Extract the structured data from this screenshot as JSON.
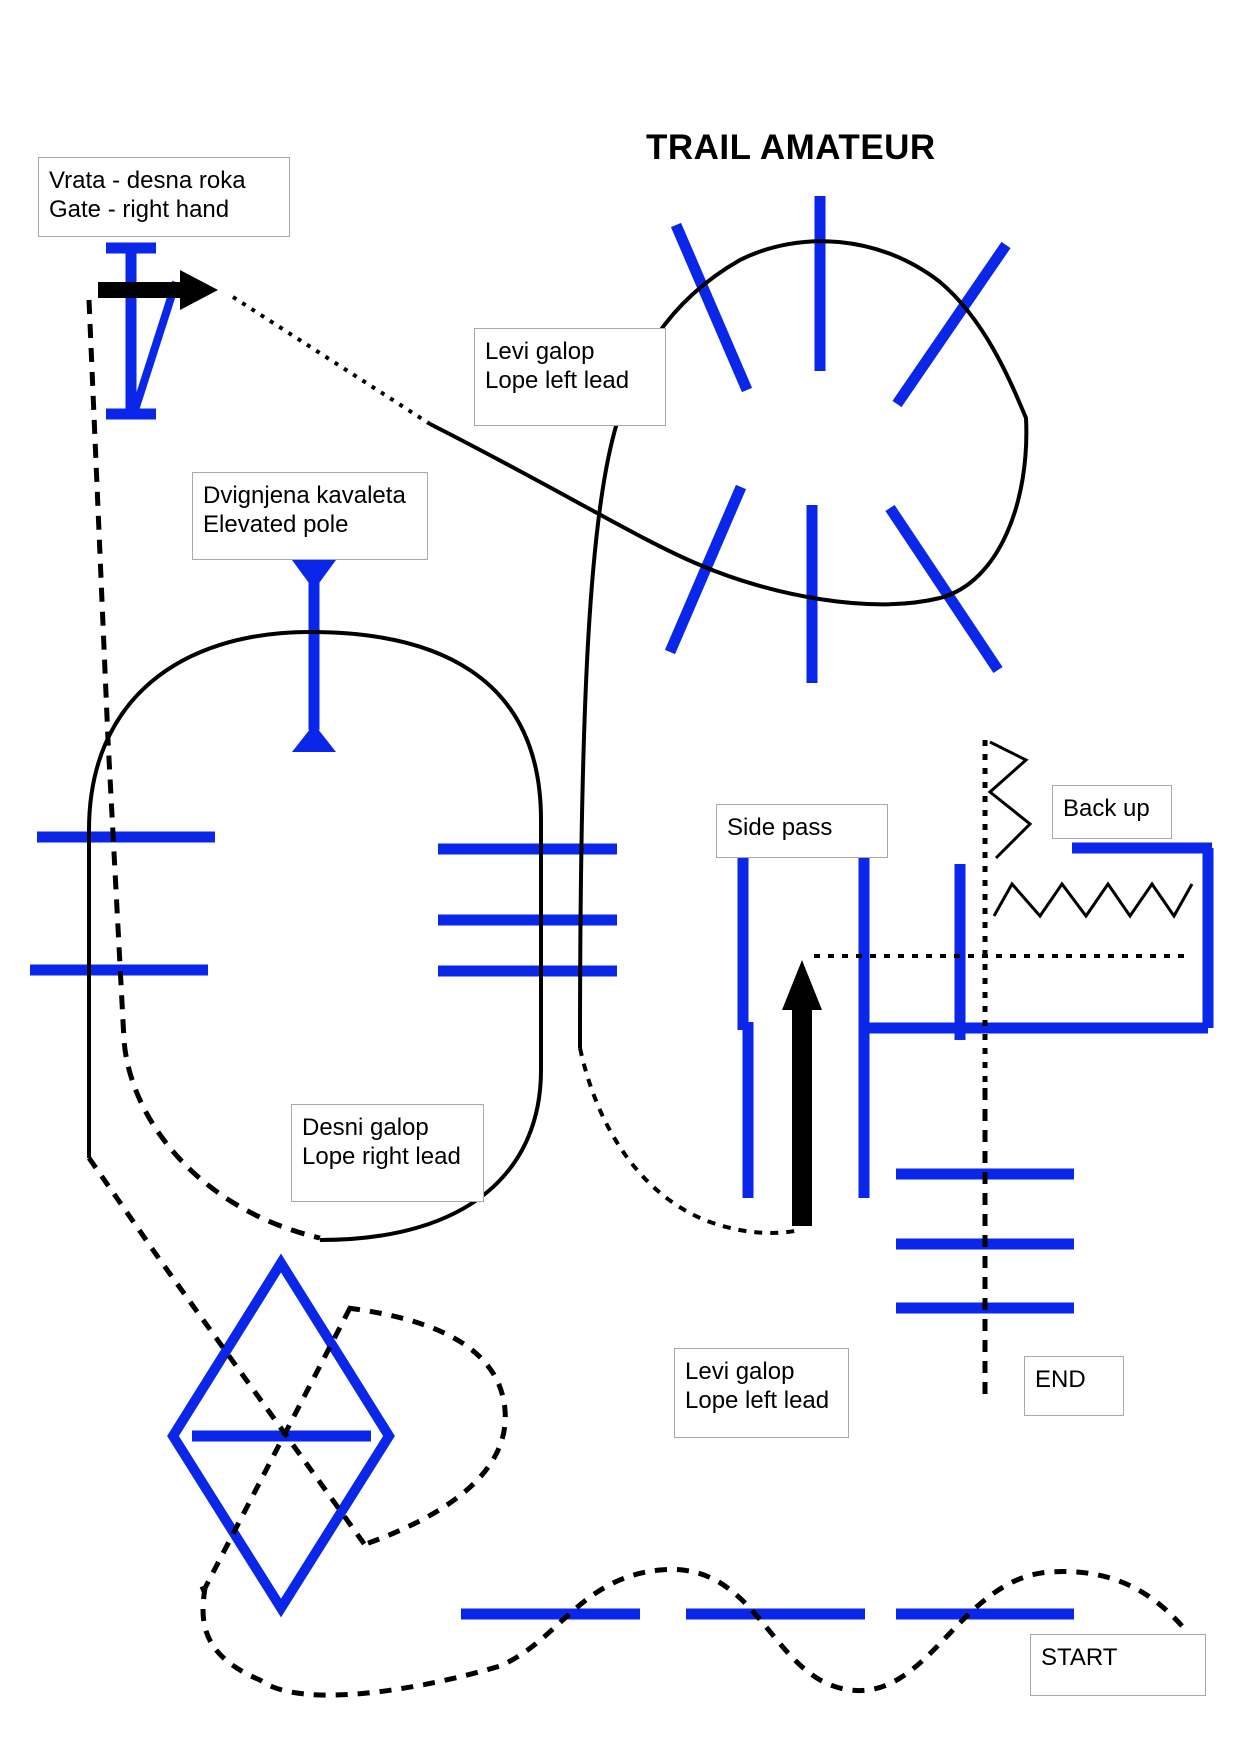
{
  "title": "TRAIL AMATEUR",
  "colors": {
    "obstacle": "#0a26e8",
    "path": "#000000",
    "label_border": "#a8a8a8"
  },
  "labels": {
    "gate": {
      "line1": "Vrata - desna roka",
      "line2": "Gate -  right hand"
    },
    "lope_left_top": {
      "line1": "Levi galop",
      "line2": "Lope left lead"
    },
    "elevated_pole": {
      "line1": "Dvignjena kavaleta",
      "line2": "Elevated pole"
    },
    "side_pass": {
      "line1": "Side pass"
    },
    "back_up": {
      "line1": "Back up"
    },
    "lope_right": {
      "line1": "Desni galop",
      "line2": "Lope right lead"
    },
    "lope_left_bottom": {
      "line1": "Levi galop",
      "line2": "Lope left lead"
    },
    "end": {
      "line1": "END"
    },
    "start": {
      "line1": "START"
    }
  }
}
